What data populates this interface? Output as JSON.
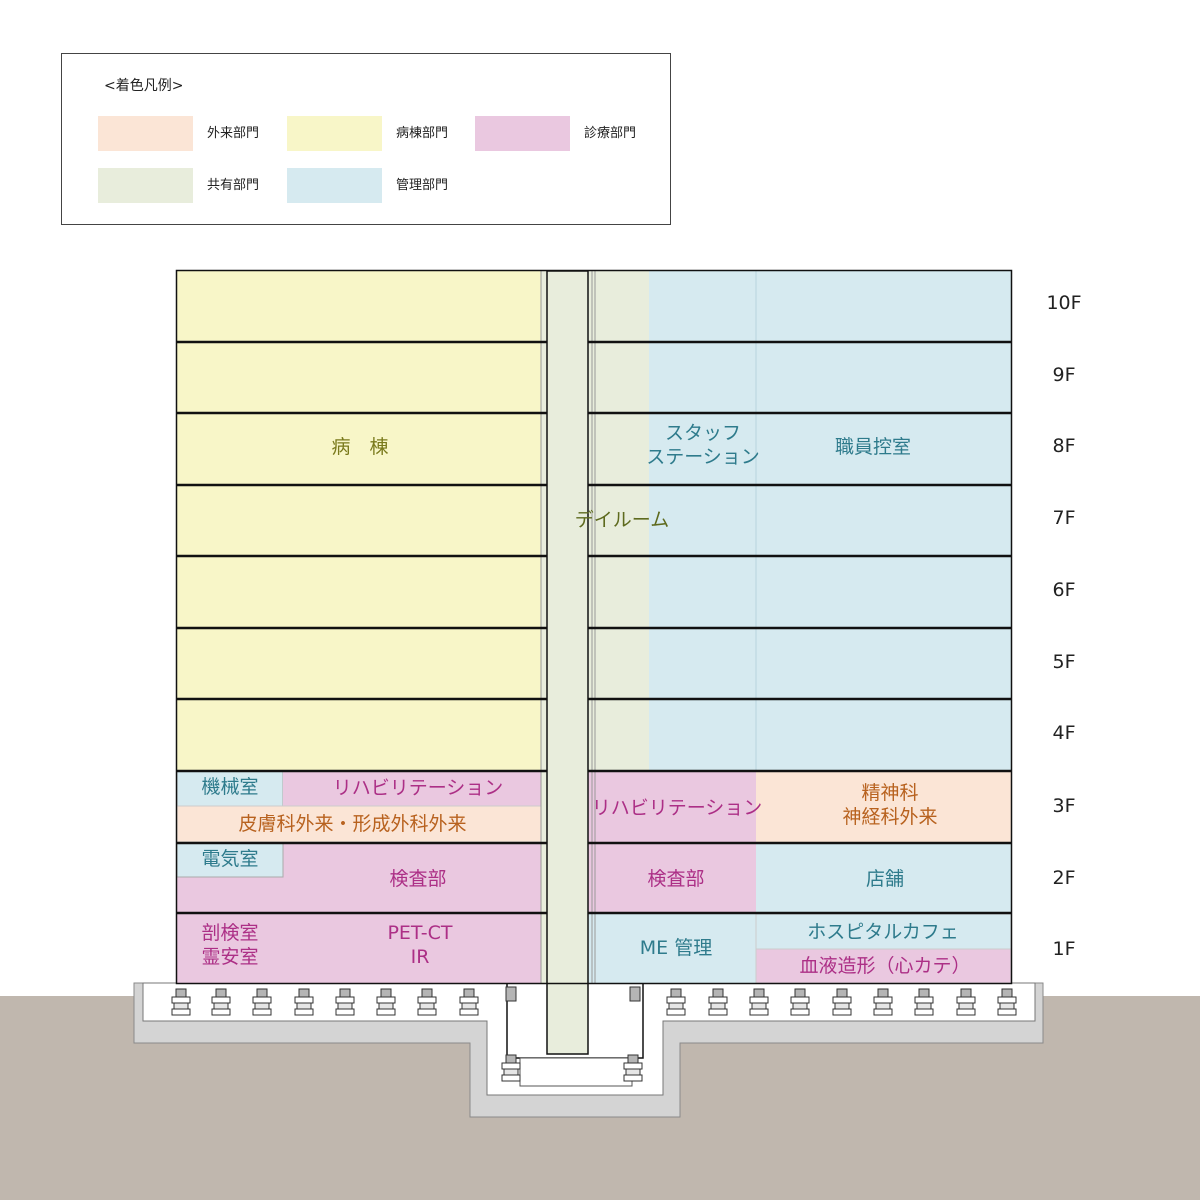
{
  "legend": {
    "title": "<着色凡例>",
    "items": [
      {
        "key": "outpatient",
        "label": "外来部門",
        "color": "#fbe5d6"
      },
      {
        "key": "ward",
        "label": "病棟部門",
        "color": "#f8f6c8"
      },
      {
        "key": "diagnosis",
        "label": "診療部門",
        "color": "#eac8e0"
      },
      {
        "key": "shared",
        "label": "共有部門",
        "color": "#e8eddc"
      },
      {
        "key": "management",
        "label": "管理部門",
        "color": "#d6eaf0"
      }
    ]
  },
  "floors": [
    "10F",
    "9F",
    "8F",
    "7F",
    "6F",
    "5F",
    "4F",
    "3F",
    "2F",
    "1F"
  ],
  "rooms": {
    "ward": "病　棟",
    "dayroom": "デイルーム",
    "staff_station": "スタッフ\nステーション",
    "staff_lounge": "職員控室",
    "machine_room": "機械室",
    "rehab_west": "リハビリテーション",
    "dermatology": "皮膚科外来・形成外科外来",
    "rehab_east": "リハビリテーション",
    "psychiatry": "精神科\n神経科外来",
    "electric_room": "電気室",
    "lab_west": "検査部",
    "lab_east": "検査部",
    "shop": "店舗",
    "autopsy": "剖検室\n霊安室",
    "petct": "PET-CT\nIR",
    "me": "ME 管理",
    "cafe": "ホスピタルカフェ",
    "hematology": "血液造形（心カテ）"
  },
  "colors": {
    "ground": "#c0b7ae",
    "foundation": "#d4d4d4",
    "seismic_pit": "#ffffff",
    "floor_line": "#111111"
  }
}
